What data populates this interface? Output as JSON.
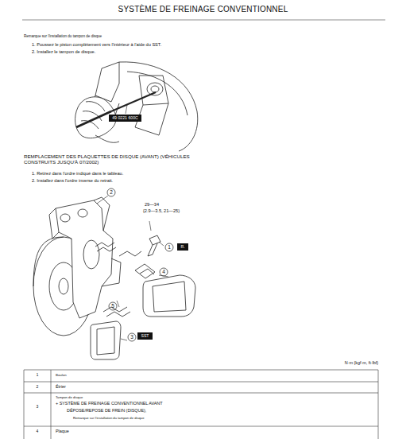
{
  "diagram": {
    "title": "SYSTÈME DE FREINAGE CONVENTIONNEL",
    "nodes": [
      {
        "text": [
          "49 0221 600C"
        ]
      },
      {
        "text": [
          "R."
        ]
      },
      {
        "text": [
          "SST"
        ]
      }
    ],
    "labels": [
      "Remarque sur l'installation du tampon de disque",
      "1. Poussez le piston complètement vers l'intérieur à l'aide du SST.",
      "2. Installez le tampon de disque.",
      "REMPLACEMENT DES PLAQUETTES DE DISQUE (AVANT) (VÉHICULES CONSTRUITS JUSQU'À 07/2002)",
      "1. Retirez dans l'ordre indiqué dans le tableau.",
      "2. Installez dans l'ordre inverse du retrait.",
      "2",
      "29—34",
      "{2.9—3.5, 21—25}",
      "1",
      "4",
      "5",
      "3",
      "N·m {kgf·m, ft·lbf}",
      "1",
      "Boulon",
      "2",
      "Étrier",
      "3",
      "Tampon de disque",
      "+ SYSTÈME DE FREINAGE CONVENTIONNEL AVANT",
      "DÉPOSE/REPOSE DE FREIN (DISQUE),",
      "Remarque sur l'installation du tampon de disque",
      "4",
      "Plaque"
    ]
  }
}
